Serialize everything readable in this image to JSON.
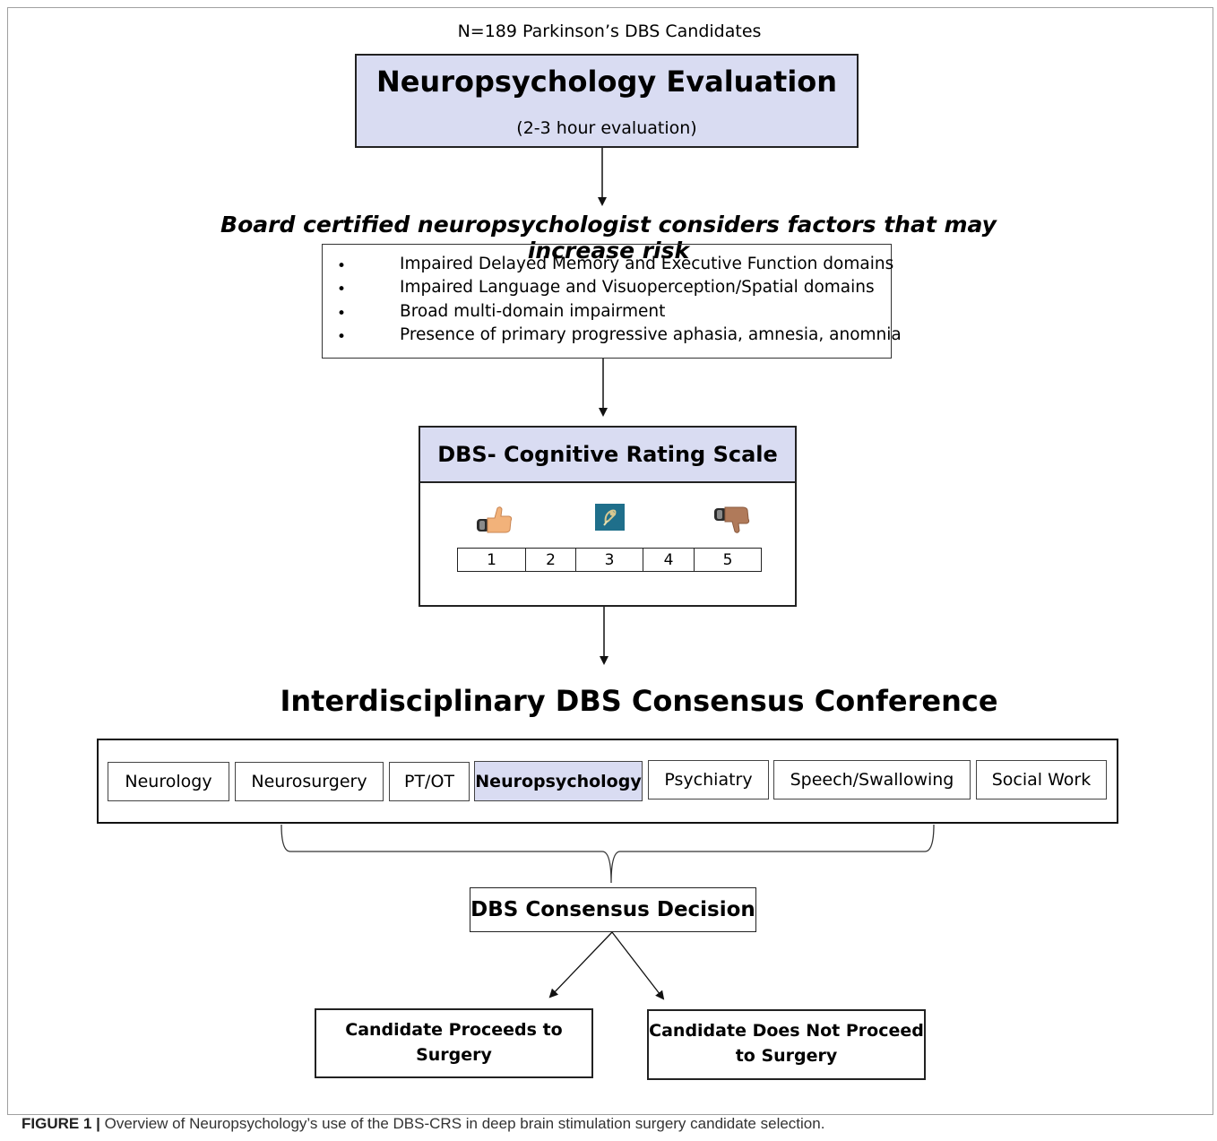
{
  "subtitle": "N=189 Parkinson’s DBS Candidates",
  "evaluation": {
    "title": "Neuropsychology Evaluation",
    "subtitle": "(2-3 hour evaluation)"
  },
  "factors": {
    "heading": "Board certified neuropsychologist considers factors that may increase risk",
    "bullet": "•",
    "items": [
      "Impaired Delayed Memory and Executive Function domains",
      "Impaired Language and Visuoperception/Spatial domains",
      "Broad multi-domain impairment",
      "Presence of primary progressive aphasia, amnesia, anomnia"
    ]
  },
  "rating_scale": {
    "title": "DBS- Cognitive Rating Scale",
    "levels": [
      "1",
      "2",
      "3",
      "4",
      "5"
    ],
    "icons": [
      "thumbs-up-icon",
      "neutral-icon",
      "thumbs-down-icon"
    ]
  },
  "conference": {
    "title": "Interdisciplinary DBS Consensus Conference",
    "disciplines": [
      "Neurology",
      "Neurosurgery",
      "PT/OT",
      "Neuropsychology",
      "Psychiatry",
      "Speech/Swallowing",
      "Social Work"
    ],
    "highlighted": "Neuropsychology"
  },
  "decision": {
    "title": "DBS Consensus Decision",
    "outcome_proceed": "Candidate Proceeds to Surgery",
    "outcome_not_proceed": "Candidate Does Not Proceed to Surgery"
  },
  "caption": {
    "label": "FIGURE 1 |",
    "text": " Overview of Neuropsychology’s use of the DBS-CRS in deep brain stimulation surgery candidate selection."
  },
  "colors": {
    "highlight_fill": "#d9dcf2",
    "neutral_icon": "#1f6f8b",
    "thumb_up": "#f2b27a",
    "thumb_down": "#b07a5a"
  }
}
